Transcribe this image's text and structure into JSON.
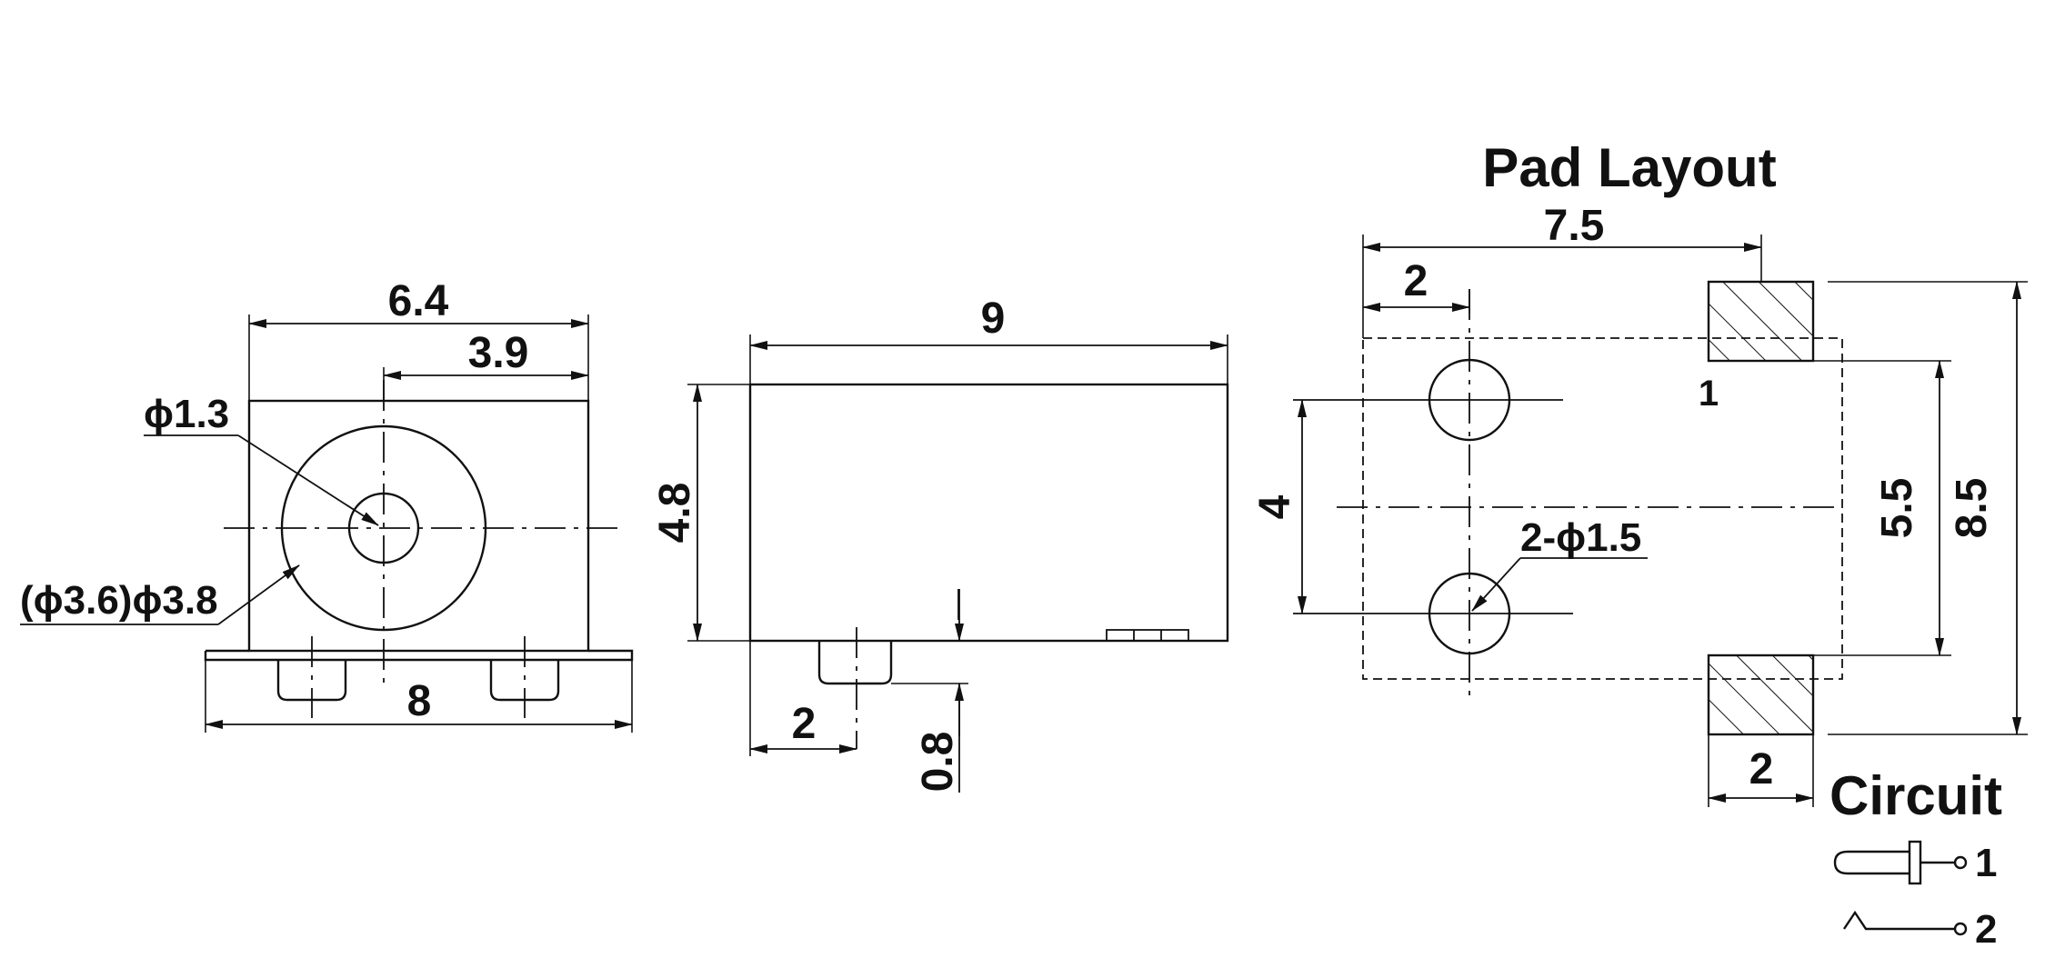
{
  "front_view": {
    "dim_overall_width": "6.4",
    "dim_offset": "3.9",
    "dim_hole_dia": "ϕ1.3",
    "dim_outer_dia": "(ϕ3.6)ϕ3.8",
    "dim_base_width": "8"
  },
  "side_view": {
    "dim_length": "9",
    "dim_height": "4.8",
    "dim_pin_offset": "2",
    "dim_pin_height": "0.8"
  },
  "pad_layout": {
    "title": "Pad Layout",
    "dim_total_x": "7.5",
    "dim_hole_offset": "2",
    "dim_hole_spacing": "4",
    "dim_hole_spec": "2-ϕ1.5",
    "dim_pad_inner": "5.5",
    "dim_pad_outer": "8.5",
    "dim_pad_width": "2",
    "pad1_label": "1"
  },
  "circuit": {
    "title": "Circuit",
    "pin1_label": "1",
    "pin2_label": "2"
  }
}
